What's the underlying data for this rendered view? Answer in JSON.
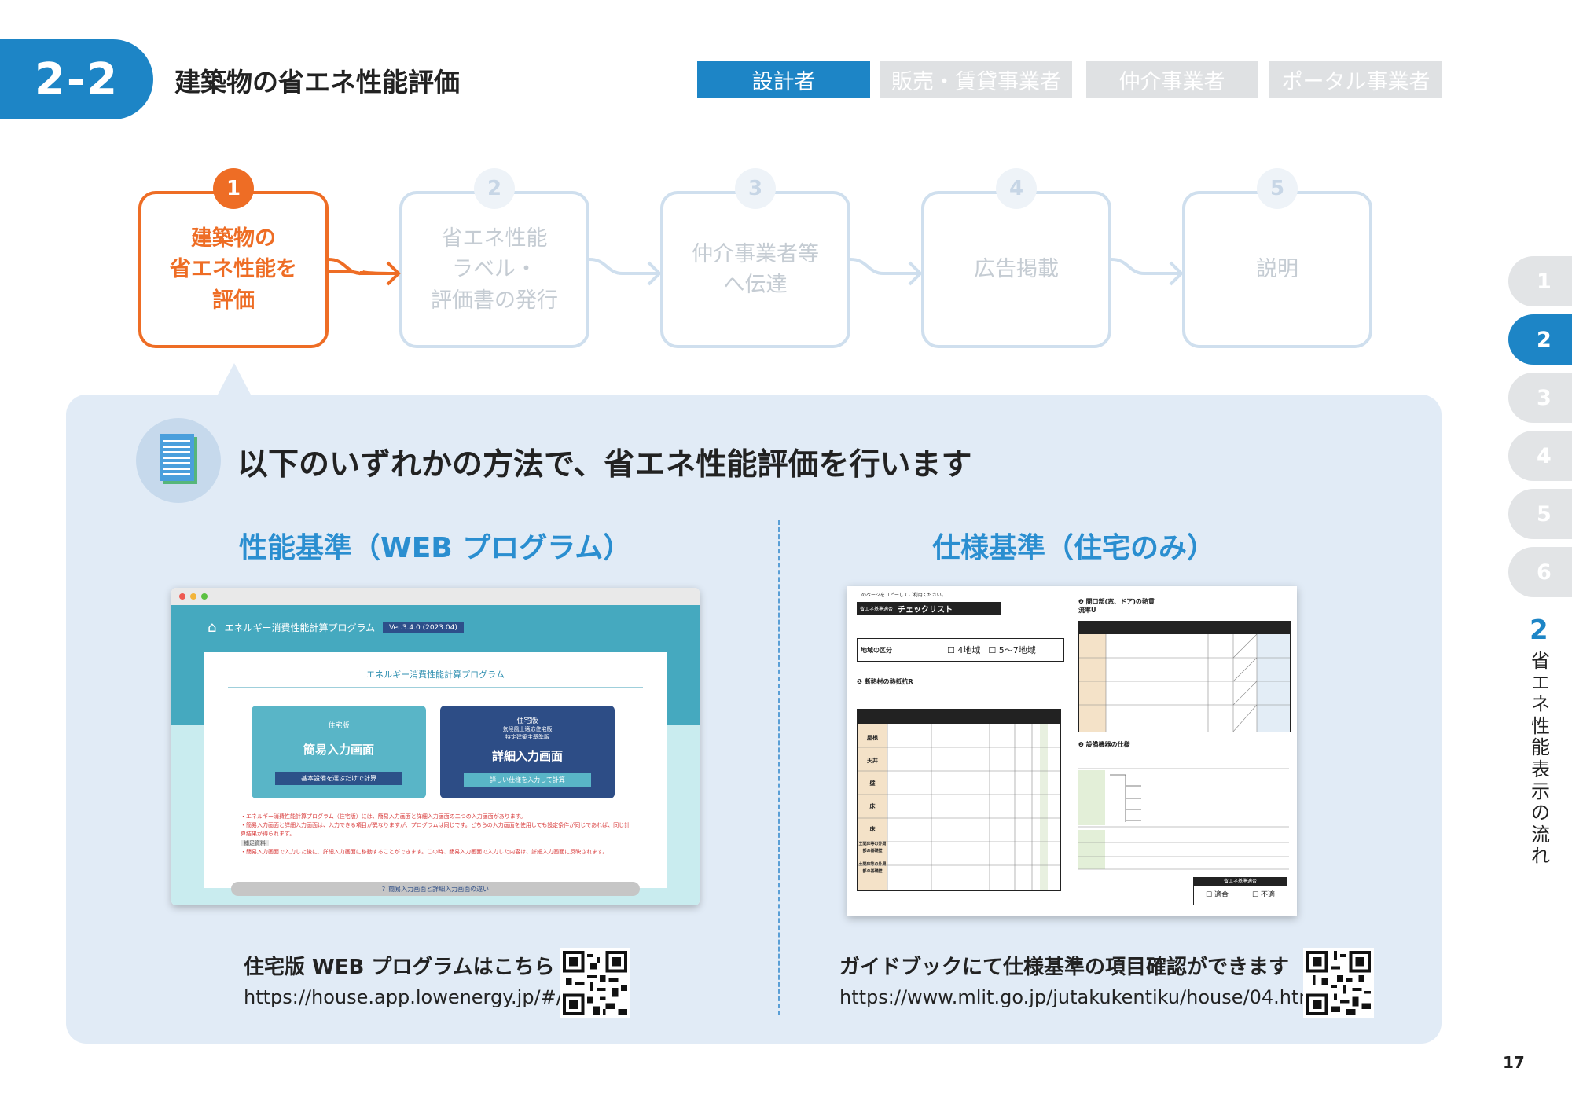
{
  "header": {
    "section_number": "2-2",
    "section_title": "建築物の省エネ性能評価",
    "audience_tabs": [
      {
        "label": "設計者",
        "active": true
      },
      {
        "label": "販売・賃貸事業者",
        "active": false
      },
      {
        "label": "仲介事業者",
        "active": false
      },
      {
        "label": "ポータル事業者",
        "active": false
      }
    ]
  },
  "flow": {
    "steps": [
      {
        "num": "1",
        "lines": [
          "建築物の",
          "省エネ性能を",
          "評価"
        ],
        "active": true
      },
      {
        "num": "2",
        "lines": [
          "省エネ性能",
          "ラベル・",
          "評価書の発行"
        ],
        "active": false
      },
      {
        "num": "3",
        "lines": [
          "仲介事業者等",
          "へ伝達"
        ],
        "active": false
      },
      {
        "num": "4",
        "lines": [
          "広告掲載"
        ],
        "active": false
      },
      {
        "num": "5",
        "lines": [
          "説明"
        ],
        "active": false
      }
    ]
  },
  "side_index": {
    "items": [
      "1",
      "2",
      "3",
      "4",
      "5",
      "6"
    ],
    "active": "2",
    "current_num": "2",
    "current_label": "省エネ性能表示の流れ"
  },
  "panel": {
    "lead": "以下のいずれかの方法で、省エネ性能評価を行います",
    "left": {
      "title": "性能基準（WEB プログラム）",
      "screenshot": {
        "app_title": "エネルギー消費性能計算プログラム",
        "version": "Ver.3.4.0 (2023.04)",
        "inner_title": "エネルギー消費性能計算プログラム",
        "btn_simple_sub": "住宅版",
        "btn_simple_main": "簡易入力画面",
        "btn_simple_note": "基本設備を選ぶだけで計算",
        "btn_detail_sub": "住宅版",
        "btn_detail_sub2": "気候風土適応住宅版",
        "btn_detail_sub3": "特定建築主基準版",
        "btn_detail_main": "詳細入力画面",
        "btn_detail_note": "詳しい仕様を入力して計算",
        "notes": [
          "・エネルギー消費性能計算プログラム（住宅版）には、簡易入力画面と詳細入力画面の二つの入力画面があります。",
          "・簡易入力画面と詳細入力画面は、入力できる項目が異なりますが、プログラムは同じです。どちらの入力画面を使用しても設定条件が同じであれば、同じ計算結果が得られます。",
          "・簡易入力画面で入力した後に、詳細入力画面に移動することができます。この時、簡易入力画面で入力した内容は、詳細入力画面に反映されます。"
        ],
        "supplement": "補足資料",
        "footer_link": "簡易入力画面と詳細入力画面の違い"
      },
      "caption": "住宅版 WEB プログラムはこちら",
      "url": "https://house.app.lowenergy.jp/#/"
    },
    "right": {
      "title": "仕様基準（住宅のみ）",
      "checklist": {
        "top_note": "このページをコピーしてご利用ください。",
        "title_label": "省エネ基準適否",
        "title": "チェックリスト",
        "region_label": "地域の区分",
        "region_a": "4地域",
        "region_b": "5〜7地域",
        "sec1": "断熱材の熱抵抗R",
        "sec2": "開口部(窓、ドア)の熱貫流率U",
        "sec3": "設備機器の仕様",
        "rows": [
          "屋根",
          "天井",
          "壁",
          "床",
          "床",
          "土間床等の外周部の基礎壁",
          "土間床等の外周部の基礎壁"
        ],
        "result_label": "省エネ基準適否",
        "ok": "適合",
        "ng": "不適"
      },
      "caption": "ガイドブックにて仕様基準の項目確認ができます",
      "url": "https://www.mlit.go.jp/jutakukentiku/house/04.html"
    }
  },
  "page_number": "17",
  "colors": {
    "brand_blue": "#1d85c6",
    "accent_orange": "#ee6d25",
    "panel_bg": "#e1ebf6",
    "title_blue": "#2a8ed0"
  }
}
